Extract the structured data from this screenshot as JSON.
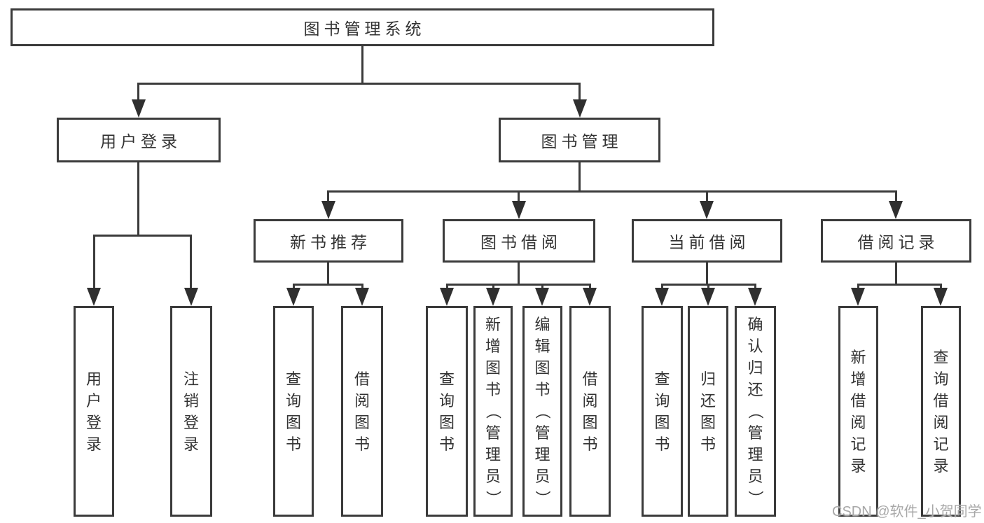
{
  "nodes": {
    "root": "图书管理系统",
    "user_login": "用户登录",
    "book_mgmt": "图书管理",
    "new_book_rec": "新书推荐",
    "book_borrow": "图书借阅",
    "current_borrow": "当前借阅",
    "borrow_records": "借阅记录",
    "ul_login": "用户登录",
    "ul_logout": "注销登录",
    "nb_query": "查询图书",
    "nb_borrow": "借阅图书",
    "bb_query": "查询图书",
    "bb_add": "新增图书（管理员）",
    "bb_edit": "编辑图书（管理员）",
    "bb_borrow": "借阅图书",
    "cb_query": "查询图书",
    "cb_return": "归还图书",
    "cb_confirm": "确认归还（管理员）",
    "br_add": "新增借阅记录",
    "br_query": "查询借阅记录"
  },
  "watermark": "CSDN @软件_小贺同学",
  "colors": {
    "line": "#3b3b3b",
    "border": "#3b3b3b",
    "arrow": "#2f2f2f",
    "text": "#333333",
    "watermark": "#a8a8a8",
    "bg": "#ffffff"
  }
}
